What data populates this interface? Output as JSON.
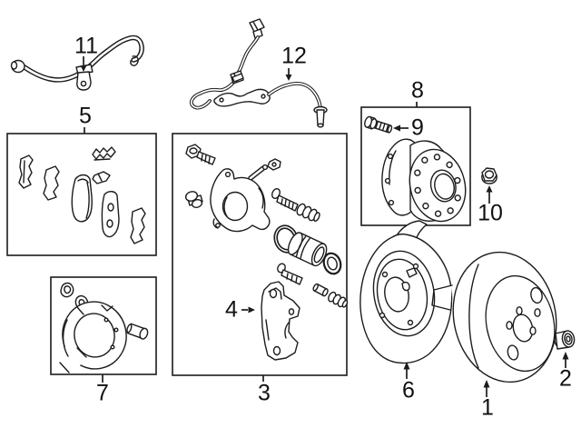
{
  "colors": {
    "background": "#ffffff",
    "line_art": "#1c1c1c",
    "label_text": "#111111"
  },
  "callouts": [
    {
      "label": "1",
      "part": "brake-rotor"
    },
    {
      "label": "2",
      "part": "bearing-cap"
    },
    {
      "label": "3",
      "part": "caliper-assembly"
    },
    {
      "label": "4",
      "part": "caliper-support-bracket"
    },
    {
      "label": "5",
      "part": "brake-pad-kit"
    },
    {
      "label": "6",
      "part": "splash-shield"
    },
    {
      "label": "7",
      "part": "parking-brake-shoe-kit"
    },
    {
      "label": "8",
      "part": "hub-and-bearing"
    },
    {
      "label": "9",
      "part": "wheel-stud"
    },
    {
      "label": "10",
      "part": "hub-nut"
    },
    {
      "label": "11",
      "part": "brake-hose"
    },
    {
      "label": "12",
      "part": "abs-speed-sensor"
    }
  ]
}
